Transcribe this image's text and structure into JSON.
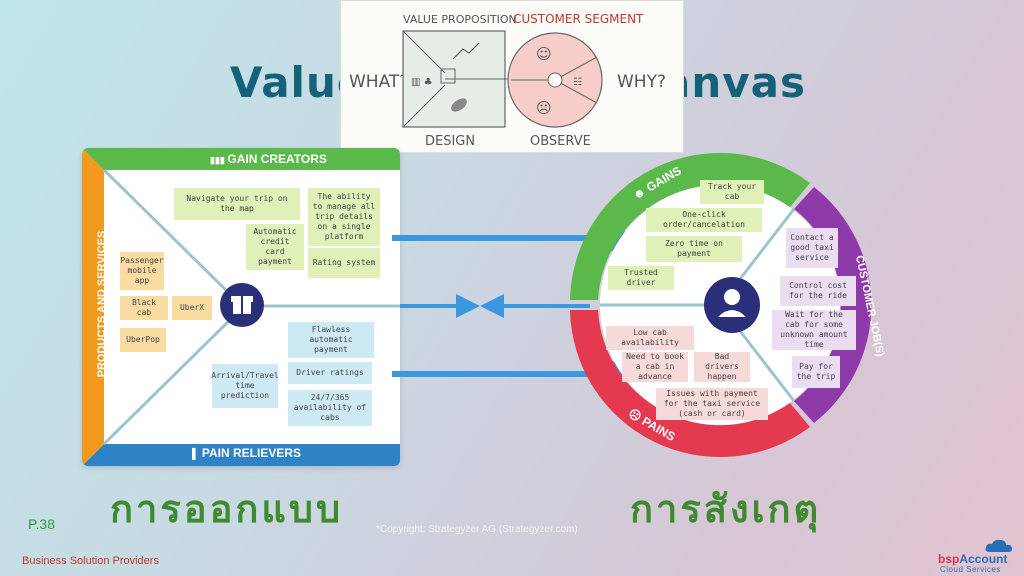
{
  "slide": {
    "title_left": "Value",
    "title_right": "anvas",
    "thai_left": "การออกแบบ",
    "thai_right": "การสังเกตุ",
    "page_number": "P.38",
    "company": "Business Solution Providers",
    "copyright": "*Copyright: Strategyzer AG (Strategyzer.com)"
  },
  "logo": {
    "brand_a": "bsp",
    "brand_b": "Account",
    "tagline": "Cloud Services"
  },
  "sketch": {
    "value_proposition": "VALUE PROPOSITION",
    "customer_segment": "CUSTOMER SEGMENT",
    "what": "WHAT?",
    "why": "WHY?",
    "design": "DESIGN",
    "observe": "OBSERVE"
  },
  "value_map": {
    "gain_creators_label": "GAIN CREATORS",
    "pain_relievers_label": "PAIN RELIEVERS",
    "products_label": "PRODUCTS AND SERVICES",
    "gain_creators": [
      "Navigate your trip on the map",
      "The ability to manage all trip details on a single platform",
      "Automatic credit card payment",
      "Rating system"
    ],
    "products": [
      "Passenger mobile app",
      "Black cab",
      "UberX",
      "UberPop"
    ],
    "pain_relievers": [
      "Flawless automatic payment",
      "Arrival/Travel time prediction",
      "Driver ratings",
      "24/7/365 availability of cabs"
    ]
  },
  "customer_profile": {
    "gains_label": "GAINS",
    "pains_label": "PAINS",
    "jobs_label": "CUSTOMER JOB(S)",
    "gains": [
      "Track your cab",
      "One-click order/cancelation",
      "Zero time on payment",
      "Trusted driver"
    ],
    "pains": [
      "Low cab availability",
      "Need to book a cab in advance",
      "Bad drivers happen",
      "Issues with payment for the taxi service (cash or card)"
    ],
    "jobs": [
      "Contact a good taxi service",
      "Control cost for the ride",
      "Wait for the cab for some unknown amount time",
      "Pay for the trip"
    ]
  },
  "colors": {
    "green": "#5bb84a",
    "blue": "#2d83c5",
    "orange": "#f29a1f",
    "red": "#e4394f",
    "purple": "#8e3aa8",
    "navy": "#2b2f7a",
    "arrow": "#3a97e0",
    "title": "#14617a",
    "thai": "#3d8a2f"
  }
}
